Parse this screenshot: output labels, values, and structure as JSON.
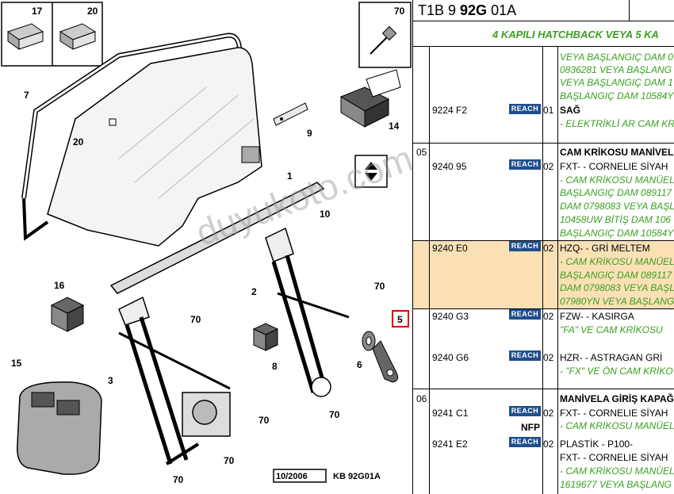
{
  "header": {
    "code_prefix": "T1B 9 ",
    "code_bold": "92G",
    "code_suffix": " 01A"
  },
  "model_title": "4 KAPILI HATCHBACK VEYA 5 KA",
  "callouts": {
    "c17": "17",
    "c20top": "20",
    "c70box": "70",
    "c7": "7",
    "c20": "20",
    "c9": "9",
    "c14": "14",
    "c1": "1",
    "c10": "10",
    "c16": "16",
    "c2": "2",
    "c70a": "70",
    "c5": "5",
    "c70b": "70",
    "c8": "8",
    "c6": "6",
    "c15": "15",
    "c3": "3",
    "c70c": "70",
    "c70d": "70",
    "c70e": "70",
    "c70f": "70"
  },
  "footer": {
    "date": "10/2006",
    "ref": "KB 92G01A"
  },
  "watermark": "duyukoto.com",
  "rows": {
    "r0_l1": "VEYA BAŞLANGIÇ DAM 0",
    "r0_l2": "0836281 VEYA BAŞLANG",
    "r0_l3": "VEYA BAŞLANGIÇ DAM 1",
    "r0_l4": "BAŞLANGIÇ DAM 10584Y",
    "r1_part": "9224 F2",
    "r1_qty": "01",
    "r1_l1": "SAĞ",
    "r1_l2": "- ELEKTRİKLİ AR CAM KR",
    "g05": "05",
    "r2_head": "CAM KRİKOSU MANİVELA",
    "r2_part": "9240 95",
    "r2_qty": "02",
    "r2_l1": "FXT- - CORNELIE SİYAH",
    "r2_l2": "- CAM KRİKOSU MANÜEL",
    "r2_l3": "BAŞLANGIÇ DAM 089117",
    "r2_l4": "DAM 0798083 VEYA BAŞL",
    "r2_l5": "10458UW BİTİŞ DAM 106",
    "r2_l6": "BAŞLANGIÇ DAM 10584Y",
    "r3_part": "9240 E0",
    "r3_qty": "02",
    "r3_l1": "HZQ- - GRİ MELTEM",
    "r3_l2": "- CAM KRİKOSU MANÜEL",
    "r3_l3": "BAŞLANGIÇ DAM 089117",
    "r3_l4": "DAM 0798083 VEYA BAŞL",
    "r3_l5": "07980YN VEYA BAŞLANG",
    "r4_part": "9240 G3",
    "r4_qty": "02",
    "r4_l1": "FZW- - KASIRGA",
    "r4_l2": "\"FA\" VE CAM KRİKOSU",
    "r5_part": "9240 G6",
    "r5_qty": "02",
    "r5_l1": "HZR- - ASTRAGAN GRİ",
    "r5_l2": "- \"FX\" VE ÖN CAM KRİKO",
    "g06": "06",
    "r6_head": "MANİVELA GİRİŞ KAPAĞ",
    "r6_part": "9241 C1",
    "r6_qty": "02",
    "r6_l1": "FXT- - CORNELIE SİYAH",
    "r6_l2": "- CAM KRİKOSU MANÜEL",
    "nfp": "NFP",
    "r7_part": "9241 E2",
    "r7_qty": "02",
    "r7_l1": "PLASTİK - P100-",
    "r7_l2": "FXT- - CORNELIE SİYAH",
    "r7_l3": "- CAM KRİKOSU MANÜEL",
    "r7_l4": "1619677 VEYA BAŞLANG"
  },
  "reach_label": "REACH"
}
